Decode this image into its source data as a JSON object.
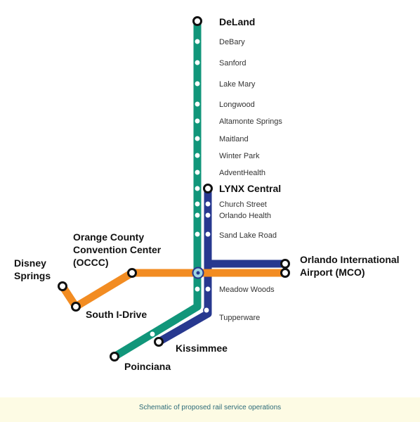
{
  "colors": {
    "green_line": "#11967a",
    "blue_line": "#27388f",
    "orange_line": "#f28c22",
    "hub_fill": "#9fd6e3",
    "caption_bg": "#fdfbe4"
  },
  "stations": {
    "deland": "DeLand",
    "debary": "DeBary",
    "sanford": "Sanford",
    "lake_mary": "Lake Mary",
    "longwood": "Longwood",
    "altamonte": "Altamonte Springs",
    "maitland": "Maitland",
    "winter_park": "Winter Park",
    "adventhealth": "AdventHealth",
    "lynx": "LYNX Central",
    "church": "Church Street",
    "orlando_health": "Orlando Health",
    "sand_lake": "Sand Lake Road",
    "mco_line1": "Orlando International",
    "mco_line2": "Airport (MCO)",
    "occc_line1": "Orange County",
    "occc_line2": "Convention Center",
    "occc_line3": "(OCCC)",
    "disney_line1": "Disney",
    "disney_line2": "Springs",
    "south_idrive": "South I-Drive",
    "meadow_woods": "Meadow Woods",
    "tupperware": "Tupperware",
    "kissimmee": "Kissimmee",
    "poinciana": "Poinciana"
  },
  "caption": "Schematic of proposed rail service operations"
}
